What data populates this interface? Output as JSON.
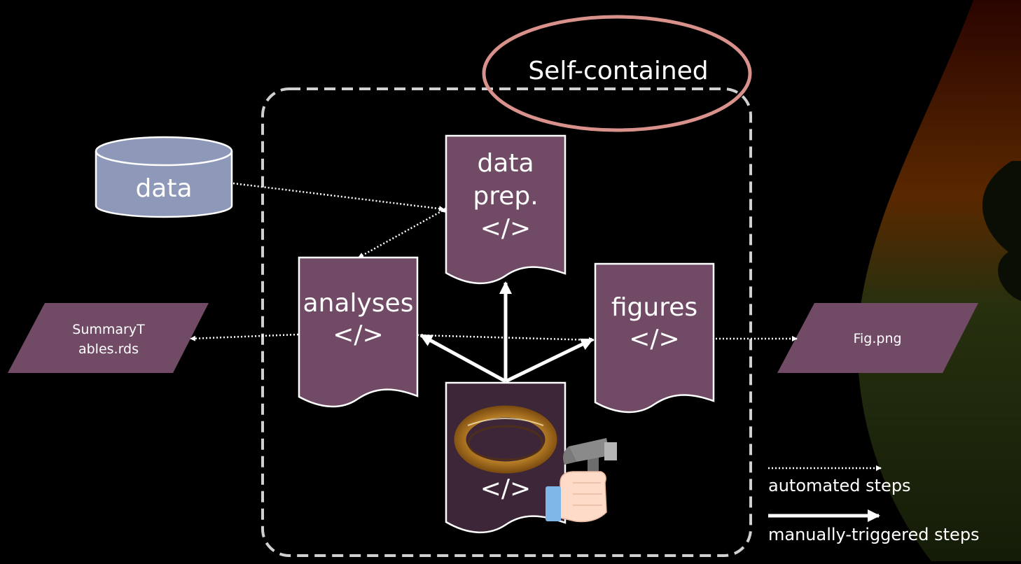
{
  "title": "Self-contained",
  "nodes": {
    "data": "data",
    "data_prep": [
      "data",
      "prep.",
      "</>"
    ],
    "analyses": [
      "analyses",
      "</>"
    ],
    "figures": [
      "figures",
      "</>"
    ],
    "main_script_code": "</>",
    "summary_output": [
      "SummaryT",
      "ables.rds"
    ],
    "fig_output": "Fig.png"
  },
  "legend": {
    "automated": "automated steps",
    "manual": "manually-triggered steps"
  },
  "colors": {
    "background": "#000000",
    "document_fill": "#714b66",
    "main_script_fill": "#3d2638",
    "cylinder_fill": "#8e98b8",
    "highlight_ellipse": "#d9918b",
    "boundary": "#d0d0d0"
  },
  "icons": [
    "ring-icon",
    "hammer-hand-icon"
  ]
}
